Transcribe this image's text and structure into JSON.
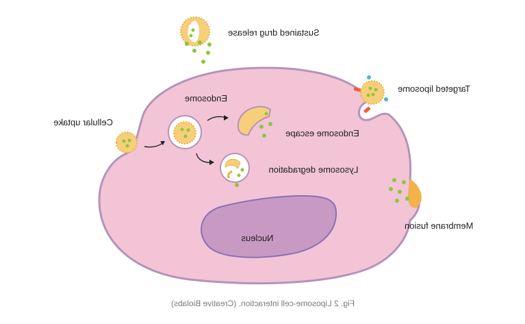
{
  "labels": {
    "sustained": "Sustained drug release",
    "targeted": "Targeted liposome",
    "endosome": "Endosome",
    "endosome_escape": "Endosome escape",
    "cellular_uptake": "Cellular uptake",
    "lysosome": "Lysosome degradation",
    "membrane_fusion": "Membrane fusion",
    "nucleus": "Nucleus"
  },
  "caption": "Fig. 2 Liposome-cell interaction. (Creative Biolabs)",
  "colors": {
    "cell_fill": "#f2c4d6",
    "cell_stroke": "#b493b9",
    "nucleus_fill": "#c89ac3",
    "nucleus_stroke": "#8d6db7",
    "liposome_fill": "#f7cf7a",
    "liposome_stroke": "#e8b14b",
    "drug_green": "#8dc63f",
    "orange": "#f4b24a",
    "ligand_blue": "#46b4e6",
    "ligand_red": "#ef5a3c"
  }
}
